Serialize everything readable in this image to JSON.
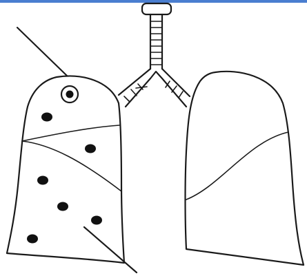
{
  "diagram": {
    "subject": "lungs-with-trachea-and-bronchi",
    "left_lung": {
      "lobes": 3,
      "lesion_dot_count": 7,
      "ringed_lesion_count": 1
    },
    "right_lung": {
      "lobes": 2,
      "lesion_dot_count": 0
    },
    "pointer_line_count": 2,
    "colors": {
      "line": "#1a1a1a",
      "lesion": "#111111",
      "top_band": "#4a7ed0"
    }
  }
}
